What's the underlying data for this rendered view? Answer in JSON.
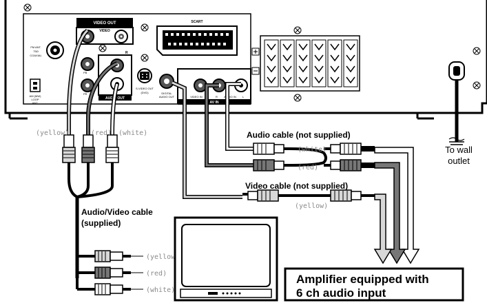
{
  "panel": {
    "video_out_header": "VIDEO OUT",
    "video_label": "VIDEO",
    "pb_label": "PB",
    "pr_label": "PR",
    "r_label": "R",
    "audio_out_label": "AUDIO OUT",
    "fm_antenna_label_1": "FM ANT.",
    "fm_antenna_label_2": "75Ω",
    "fm_antenna_label_3": "COAXIAL",
    "am_antenna_label_1": "AM (MW)",
    "am_antenna_label_2": "LOOP",
    "am_antenna_label_3": "ANT.",
    "svideo_label_1": "S-VIDEO OUT",
    "svideo_label_2": "(DVD)",
    "digital_label_1": "DIGITAL",
    "digital_label_2": "AUDIO OUT",
    "scart_label": "SCART",
    "video_in_label_1": "VIDEO IN",
    "video_in_label_2": "VCR",
    "audio_in_label": "AUDIO IN",
    "l_label": "L",
    "av_in_label": "AV IN"
  },
  "cables": {
    "yellow": "yellow",
    "red": "red",
    "white": "white",
    "audio_cable": "Audio cable (not supplied)",
    "video_cable": "Video cable (not supplied)",
    "av_cable_line1": "Audio/Video cable",
    "av_cable_line2": "(supplied)"
  },
  "outlet": {
    "line1": "To wall",
    "line2": "outlet"
  },
  "amplifier": {
    "line1": "Amplifier equipped with",
    "line2": "6 ch audio input"
  }
}
